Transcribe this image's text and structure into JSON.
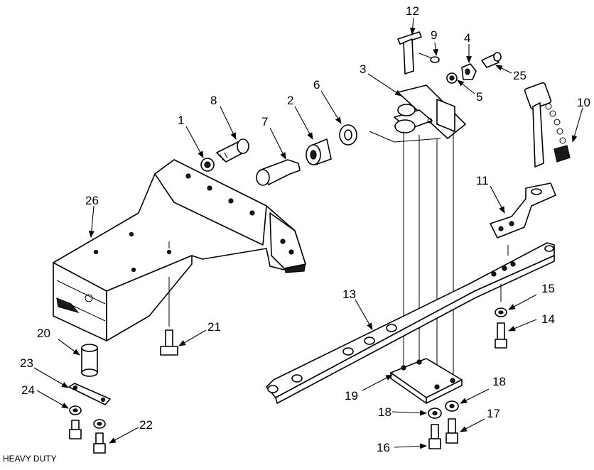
{
  "caption": "HEAVY DUTY",
  "callouts": [
    "1",
    "2",
    "3",
    "4",
    "5",
    "6",
    "7",
    "8",
    "9",
    "10",
    "11",
    "12",
    "13",
    "14",
    "15",
    "16",
    "17",
    "18",
    "18",
    "19",
    "20",
    "21",
    "22",
    "23",
    "24",
    "25",
    "26"
  ]
}
